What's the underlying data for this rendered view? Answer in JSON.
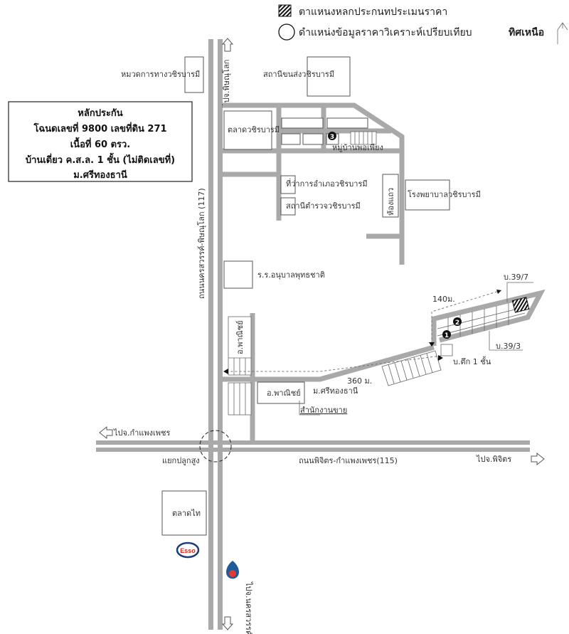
{
  "legend": {
    "subject_label": "ตาแหนงหลกประกนทประเมนราคา",
    "comparable_label": "ดำแหน่งข้อมูลราคาวิเคราะห์เปรียบเทียบ",
    "north_label": "ทิศเหนือ"
  },
  "collateral": {
    "title": "หลักประกัน",
    "line1": "โฉนดเลขที่ 9800 เลขที่ดิน 271",
    "line2": "เนื้อที่ 60 ตรว.",
    "line3": "บ้านเดี่ยว ค.ส.ล. 1 ชั้น  (ไม่ติดเลขที่)",
    "line4": "ม.ศรีทองธานี"
  },
  "roads": {
    "to_phitsanulok": "ไปจ.พิษณุโลก",
    "main_highway": "ถนนนครสวรรค์-พิษณุโลก (117)",
    "to_kamphaeng_phet": "ไปจ.กำแพงเพชร",
    "cross_highway": "ถนนพิจิตร-กำแพงเพชร(115)",
    "to_phichit": "ไปจ.พิจิตร",
    "junction": "แยกปลูกสูง",
    "to_nakhon_sawan": "ไปจ.นครสวรรค์"
  },
  "places": {
    "highway_dept": "หมวดการทางวชิรบารมี",
    "bus_station": "สถานีขนส่งวชิรบารมี",
    "market": "ตลาดวชิรบารมี",
    "village": "หมู่บ้านพอเพียง",
    "district_office": "ที่ว่าการอำเภอวชิรบารมี",
    "police": "สถานีตำรวจวชิรบารมี",
    "shophouse": "ห้องแถว",
    "hospital": "โรงพยาบาลวชิรบารมี",
    "school": "ร.ร.อนุบาลพุทธชาติ",
    "commercial_v": "อ.พาณิชย์",
    "commercial": "อ.พาณิชย์",
    "subdivision": "ม.ศรีทองธานี",
    "sales_office": "สำนักงานขาย",
    "talad_thai": "ตลาดไท",
    "esso": "Esso"
  },
  "annotations": {
    "house_39_7": "บ.39/7",
    "house_39_3": "บ.39/3",
    "dist_140": "140ม.",
    "dist_360": "360 ม.",
    "one_storey": "บ.ตึก 1 ชั้น",
    "marker1": "1",
    "marker2": "2",
    "marker3": "3"
  }
}
